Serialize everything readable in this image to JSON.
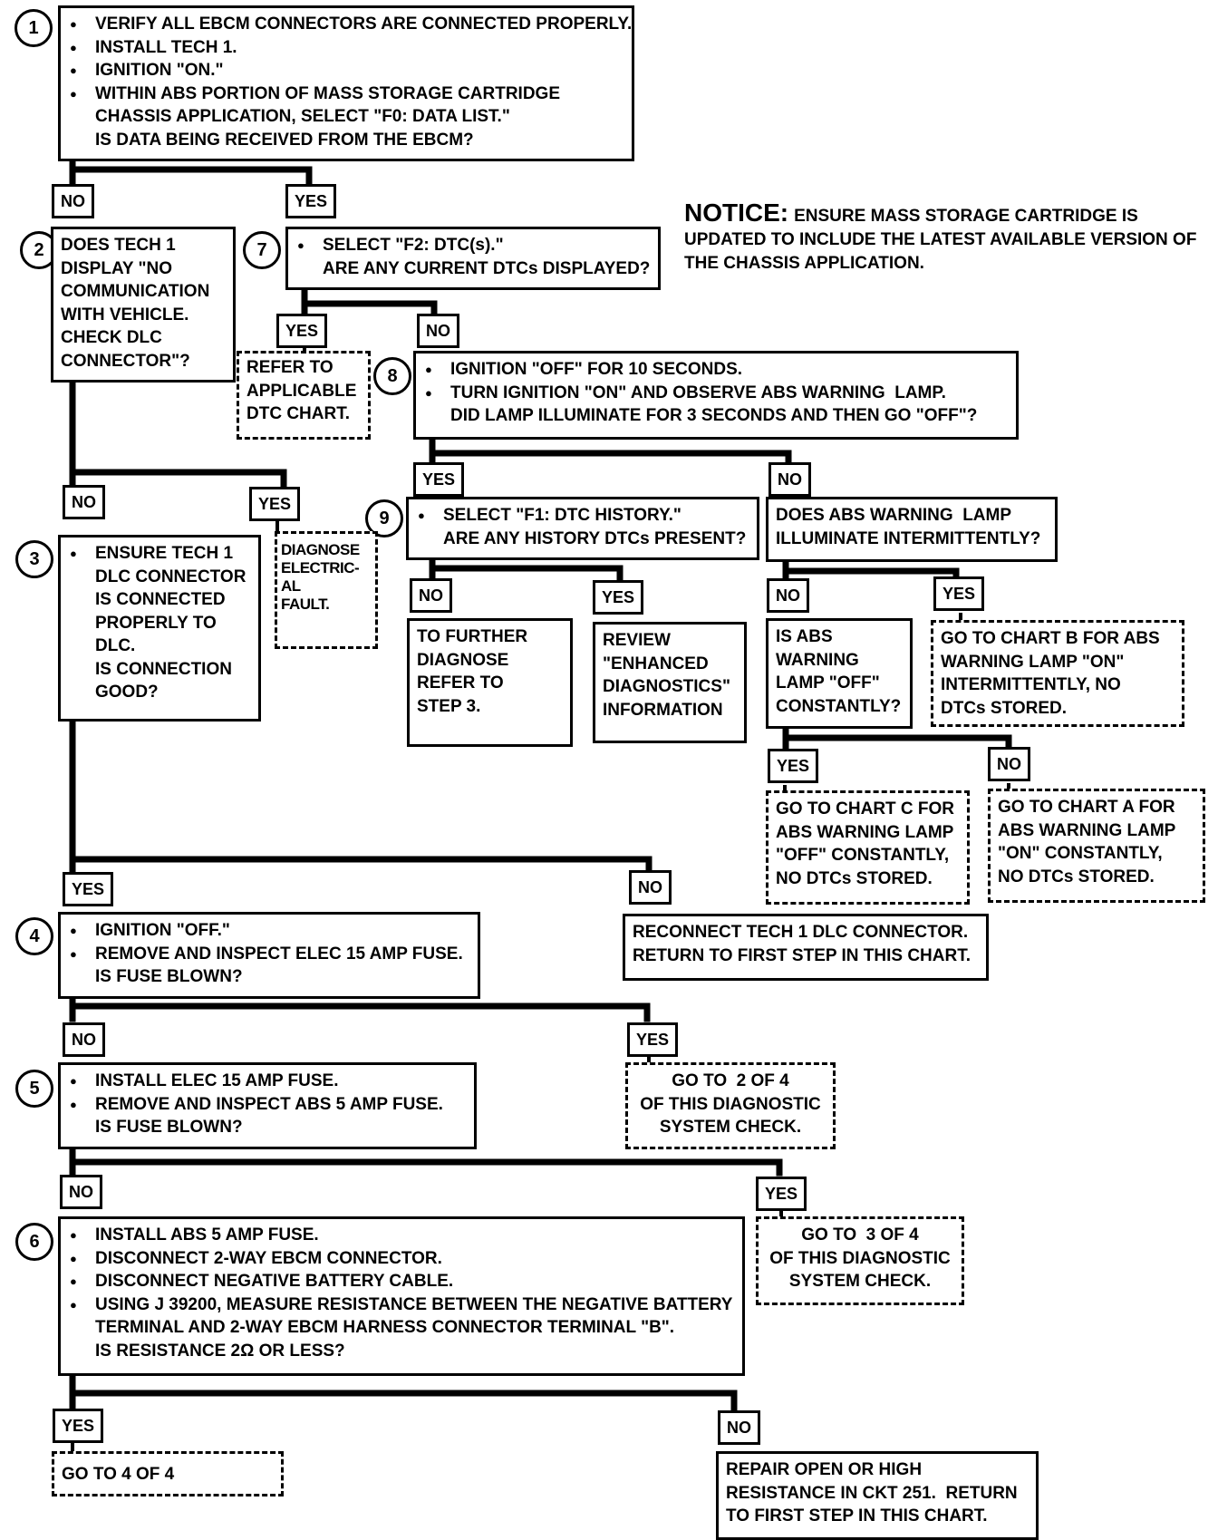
{
  "notice": {
    "heading": "NOTICE:",
    "text": "ENSURE MASS STORAGE CARTRIDGE IS UPDATED TO INCLUDE THE LATEST AVAILABLE VERSION OF THE CHASSIS APPLICATION."
  },
  "steps": {
    "s1": {
      "number": "1",
      "bullets": [
        "VERIFY ALL EBCM CONNECTORS ARE CONNECTED PROPERLY.",
        "INSTALL TECH 1.",
        "IGNITION \"ON.\"",
        "WITHIN ABS PORTION OF MASS STORAGE CARTRIDGE\nCHASSIS APPLICATION, SELECT \"F0: DATA LIST.\""
      ],
      "question": "IS DATA BEING RECEIVED FROM THE EBCM?"
    },
    "s2": {
      "number": "2",
      "lines": [
        "DOES TECH 1",
        "DISPLAY \"NO",
        "COMMUNICATION",
        "WITH VEHICLE.",
        "CHECK DLC",
        "CONNECTOR\"?"
      ]
    },
    "s3": {
      "number": "3",
      "bullets": [
        "ENSURE TECH 1\nDLC CONNECTOR\nIS CONNECTED\nPROPERLY TO\nDLC."
      ],
      "question": "IS CONNECTION\nGOOD?"
    },
    "s4": {
      "number": "4",
      "bullets": [
        "IGNITION \"OFF.\"",
        "REMOVE AND INSPECT ELEC 15 AMP FUSE."
      ],
      "question": "IS FUSE BLOWN?"
    },
    "s5": {
      "number": "5",
      "bullets": [
        "INSTALL ELEC 15 AMP FUSE.",
        "REMOVE AND INSPECT ABS 5 AMP FUSE."
      ],
      "question": "IS FUSE BLOWN?"
    },
    "s6": {
      "number": "6",
      "bullets": [
        "INSTALL ABS 5 AMP FUSE.",
        "DISCONNECT 2-WAY EBCM CONNECTOR.",
        "DISCONNECT NEGATIVE BATTERY CABLE.",
        "USING J 39200, MEASURE RESISTANCE BETWEEN THE NEGATIVE BATTERY\nTERMINAL AND 2-WAY EBCM HARNESS CONNECTOR TERMINAL \"B\"."
      ],
      "question": "IS RESISTANCE 2Ω OR LESS?"
    },
    "s7": {
      "number": "7",
      "bullets": [
        "SELECT \"F2: DTC(s).\""
      ],
      "question": "ARE ANY CURRENT DTCs DISPLAYED?"
    },
    "s8": {
      "number": "8",
      "bullets": [
        "IGNITION \"OFF\" FOR 10 SECONDS.",
        "TURN IGNITION \"ON\" AND OBSERVE ABS WARNING  LAMP."
      ],
      "question": "DID LAMP ILLUMINATE FOR 3 SECONDS AND THEN GO \"OFF\"?"
    },
    "s9": {
      "number": "9",
      "bullets": [
        "SELECT \"F1: DTC HISTORY.\""
      ],
      "question": "ARE ANY HISTORY DTCs PRESENT?"
    }
  },
  "boxes": {
    "intermittent": [
      "DOES ABS WARNING  LAMP",
      "ILLUMINATE INTERMITTENTLY?"
    ],
    "lamp_off": [
      "IS ABS",
      "WARNING",
      "LAMP \"OFF\"",
      "CONSTANTLY?"
    ],
    "refer_dtc": [
      "REFER TO",
      "APPLICABLE",
      "DTC CHART."
    ],
    "diagnose_electrical": [
      "DIAGNOSE",
      "ELECTRIC-",
      "AL",
      "FAULT."
    ],
    "further_diagnose": [
      "TO FURTHER",
      "DIAGNOSE",
      "REFER TO",
      "STEP 3."
    ],
    "review_enhanced": [
      "REVIEW",
      "\"ENHANCED",
      "DIAGNOSTICS\"",
      "INFORMATION"
    ],
    "chart_b": [
      "GO TO CHART B FOR ABS",
      "WARNING LAMP \"ON\"",
      "INTERMITTENTLY, NO",
      "DTCs STORED."
    ],
    "chart_c": [
      "GO TO CHART C FOR",
      "ABS WARNING LAMP",
      "\"OFF\" CONSTANTLY,",
      "NO DTCs STORED."
    ],
    "chart_a": [
      "GO TO CHART A FOR",
      "ABS WARNING LAMP",
      "\"ON\" CONSTANTLY,",
      "NO DTCs STORED."
    ],
    "reconnect": [
      "RECONNECT TECH 1 DLC CONNECTOR.",
      "RETURN TO FIRST STEP IN THIS CHART."
    ],
    "goto_2of4": [
      "GO TO  2 OF 4",
      "OF THIS DIAGNOSTIC",
      "SYSTEM CHECK."
    ],
    "goto_3of4": [
      "GO TO  3 OF 4",
      "OF THIS DIAGNOSTIC",
      "SYSTEM CHECK."
    ],
    "goto_4of4": [
      "GO TO 4 OF 4"
    ],
    "repair_open": [
      "REPAIR OPEN OR HIGH",
      "RESISTANCE IN CKT 251.  RETURN",
      "TO FIRST STEP IN THIS CHART."
    ]
  },
  "labels": {
    "yes": "YES",
    "no": "NO"
  }
}
